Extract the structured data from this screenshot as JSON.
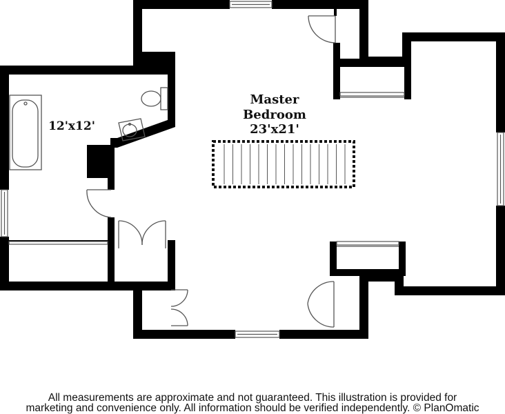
{
  "rooms": {
    "master": {
      "name_line1": "Master",
      "name_line2": "Bedroom",
      "size": "23'x21'"
    },
    "bath": {
      "size": "12'x12'"
    }
  },
  "disclaimer": {
    "line1": "All measurements are approximate and not guaranteed. This illustration is provided for",
    "line2": "marketing and convenience only. All information should be verified independently. © PlanOmatic"
  }
}
